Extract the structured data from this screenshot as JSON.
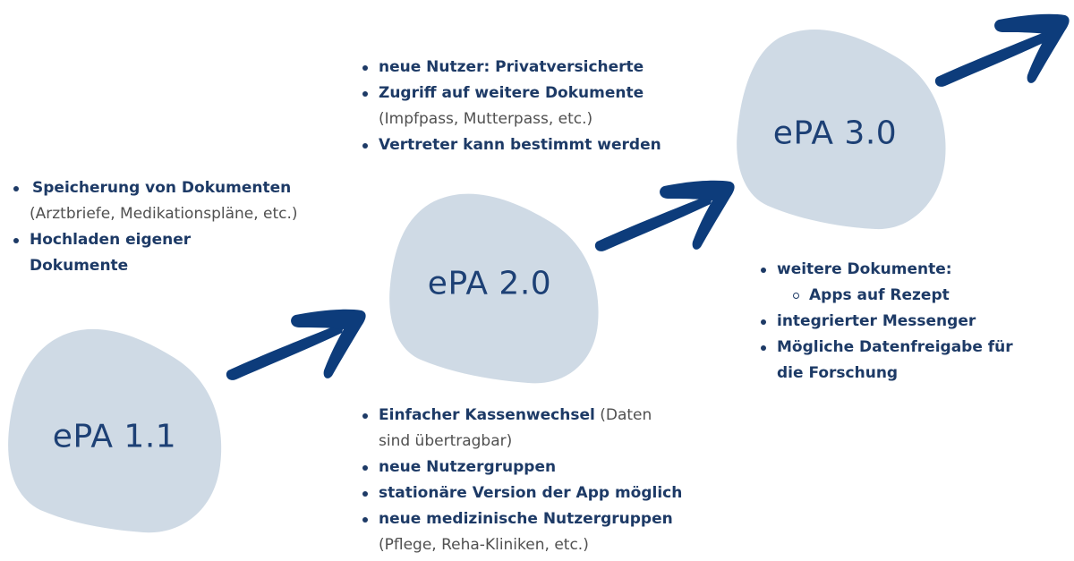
{
  "colors": {
    "blob_fill": "#cfdae5",
    "arrow": "#0d3c7b",
    "label_text": "#1d4075",
    "bullet_text": "#1d3a66",
    "note_text": "#505050",
    "background": "#ffffff"
  },
  "stages": [
    {
      "label": "ePA 1.1"
    },
    {
      "label": "ePA 2.0"
    },
    {
      "label": "ePA 3.0"
    }
  ],
  "lists": {
    "epa11": {
      "items": [
        {
          "bold": "Speicherung von Dokumenten",
          "note": "(Arztbriefe, Medikationspläne, etc.)"
        },
        {
          "bold_line1": "Hochladen eigener",
          "bold_line2": "Dokumente"
        }
      ]
    },
    "epa20_top": {
      "items": [
        {
          "bold": "neue Nutzer: Privatversicherte"
        },
        {
          "bold": "Zugriff auf weitere Dokumente",
          "note": "(Impfpass, Mutterpass, etc.)"
        },
        {
          "bold": "Vertreter kann bestimmt werden"
        }
      ]
    },
    "epa20_bottom": {
      "items": [
        {
          "bold": "Einfacher Kassenwechsel",
          "note_inline": " (Daten",
          "note": "sind übertragbar)"
        },
        {
          "bold": "neue Nutzergruppen"
        },
        {
          "bold": "stationäre Version der App möglich"
        },
        {
          "bold": "neue medizinische Nutzergruppen",
          "note": "(Pflege, Reha-Kliniken, etc.)"
        }
      ]
    },
    "epa30": {
      "items": [
        {
          "bold": "weitere Dokumente:",
          "sub": "Apps auf Rezept"
        },
        {
          "bold": "integrierter Messenger"
        },
        {
          "bold_line1": "Mögliche Datenfreigabe für",
          "bold_line2": "die Forschung"
        }
      ]
    }
  },
  "icons": {
    "arrows": [
      "arrow-up-right-icon",
      "arrow-up-right-icon",
      "arrow-up-right-icon"
    ],
    "bullet": "filled-dot",
    "sub_bullet": "hollow-circle"
  }
}
